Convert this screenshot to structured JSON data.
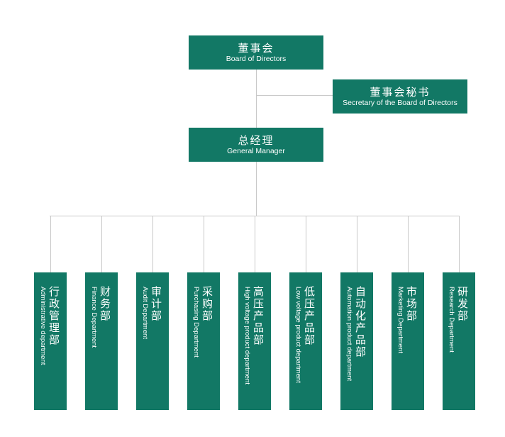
{
  "board": {
    "zh": "董事会",
    "en": "Board of Directors"
  },
  "secretary": {
    "zh": "董事会秘书",
    "en": "Secretary of the Board of Directors"
  },
  "manager": {
    "zh": "总经理",
    "en": "General Manager"
  },
  "departments": [
    {
      "zh": "行政管理部",
      "en": "Administrative department"
    },
    {
      "zh": "财务部",
      "en": "Finance Department"
    },
    {
      "zh": "审计部",
      "en": "Audit Department"
    },
    {
      "zh": "采购部",
      "en": "Purchasing Department"
    },
    {
      "zh": "高压产品部",
      "en": "High voltage product department"
    },
    {
      "zh": "低压产品部",
      "en": "Low voltage product department"
    },
    {
      "zh": "自动化产品部",
      "en": "Automation product department"
    },
    {
      "zh": "市场部",
      "en": "Marketing Department"
    },
    {
      "zh": "研发部",
      "en": "Research Department"
    }
  ],
  "colors": {
    "box": "#127865",
    "line": "#c8c8c8",
    "text": "#ffffff"
  }
}
